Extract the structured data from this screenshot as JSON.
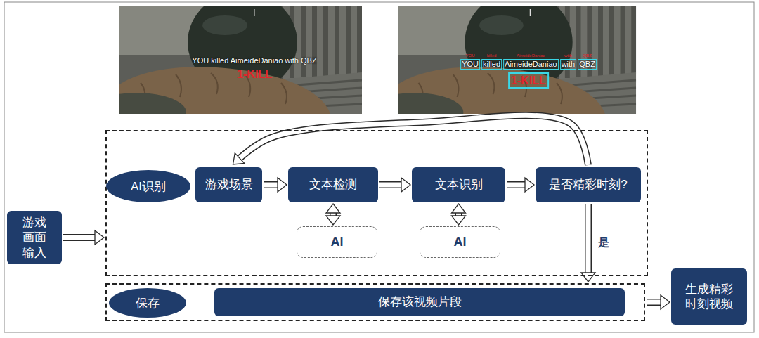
{
  "diagram": {
    "nodes": [
      {
        "text": [
          "游戏 画面 输入"
        ]
      },
      {
        "text": [
          "AI识别"
        ]
      },
      {
        "text": [
          "游戏场景"
        ],
        "in": 1
      },
      {
        "text": [
          "文本检测"
        ],
        "in": 1
      },
      {
        "text": [
          "文本识别"
        ],
        "in": 1
      },
      {
        "text": [
          "是否精彩时刻?"
        ],
        "in": 1
      },
      {
        "text": [
          "AI"
        ],
        "in": 1
      },
      {
        "text": [
          "AI"
        ],
        "in": 1
      },
      {
        "text": [
          "保存"
        ]
      },
      {
        "text": [
          "保存该视频片段"
        ],
        "in": 8
      },
      {
        "text": [
          "生成精彩 时刻视频"
        ]
      }
    ],
    "edges": [
      {
        "from": 0,
        "to": 1,
        "arrow": "to"
      },
      {
        "from": 2,
        "to": 3,
        "arrow": "to"
      },
      {
        "from": 3,
        "to": 4,
        "arrow": "to"
      },
      {
        "from": 4,
        "to": 5,
        "arrow": "to"
      },
      {
        "from": 3,
        "to": 6,
        "arrow": "both"
      },
      {
        "from": 4,
        "to": 7,
        "arrow": "both"
      },
      {
        "from": 5,
        "to": 2,
        "arrow": "to"
      },
      {
        "from": 5,
        "to": 8,
        "label": "是",
        "arrow": "to"
      },
      {
        "from": 8,
        "to": 10,
        "arrow": "to"
      }
    ],
    "labels": [
      "YOU killed AimeideDaniao with QBZ",
      "1-KILL",
      "YOU",
      "killed",
      "AimeideDaniao",
      "with",
      "QBZ",
      "YOU",
      "killed",
      "AimeideDaniao",
      "with",
      "QBZ",
      "1-KILL"
    ]
  }
}
